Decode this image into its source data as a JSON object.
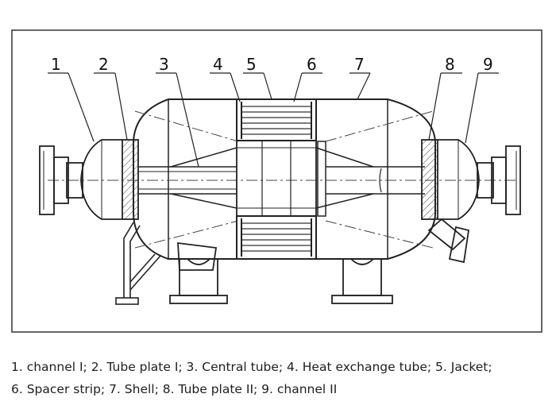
{
  "labels": [
    {
      "n": "1",
      "name": "channel I"
    },
    {
      "n": "2",
      "name": "Tube plate I"
    },
    {
      "n": "3",
      "name": "Central tube"
    },
    {
      "n": "4",
      "name": "Heat exchange tube"
    },
    {
      "n": "5",
      "name": "Jacket"
    },
    {
      "n": "6",
      "name": "Spacer strip"
    },
    {
      "n": "7",
      "name": "Shell"
    },
    {
      "n": "8",
      "name": "Tube plate II"
    },
    {
      "n": "9",
      "name": "channel II"
    }
  ],
  "caption": {
    "line1": "1. channel I; 2. Tube plate I; 3. Central tube; 4. Heat exchange tube; 5. Jacket;",
    "line2": "6. Spacer strip; 7. Shell; 8. Tube plate II; 9. channel II"
  }
}
